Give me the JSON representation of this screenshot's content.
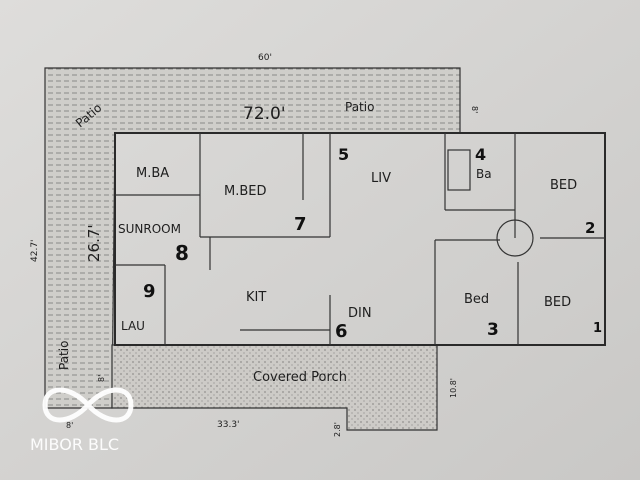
{
  "plan": {
    "patio_top_label": "Patio",
    "patio_diag_label": "Patio",
    "patio_left_label": "Patio",
    "porch_label": "Covered Porch",
    "dims": {
      "top_overall": "60'",
      "patio_length": "72.0'",
      "patio_depth_top": "8'",
      "left_overall": "42.7'",
      "left_inner": "26.7'",
      "patio_depth_left": "8'",
      "bottom_left": "8'",
      "porch_length": "33.3'",
      "porch_step": "2.8'",
      "porch_depth": "10.8'"
    },
    "rooms": {
      "master_bath": "M.BA",
      "master_bed": "M.BED",
      "sunroom": "SUNROOM",
      "laundry": "LAU",
      "kitchen": "KIT",
      "dining": "DIN",
      "living": "LIV",
      "bath": "Ba",
      "bed_2": "BED",
      "bed_3": "Bed",
      "bed_1": "BED"
    },
    "photo_numbers": [
      "1",
      "2",
      "3",
      "4",
      "5",
      "6",
      "7",
      "8",
      "9"
    ]
  },
  "watermark": {
    "text": "MIBOR BLC"
  },
  "colors": {
    "paper": "#d9d8d6",
    "ink": "#2a2a2a",
    "watermark": "#ffffff"
  }
}
